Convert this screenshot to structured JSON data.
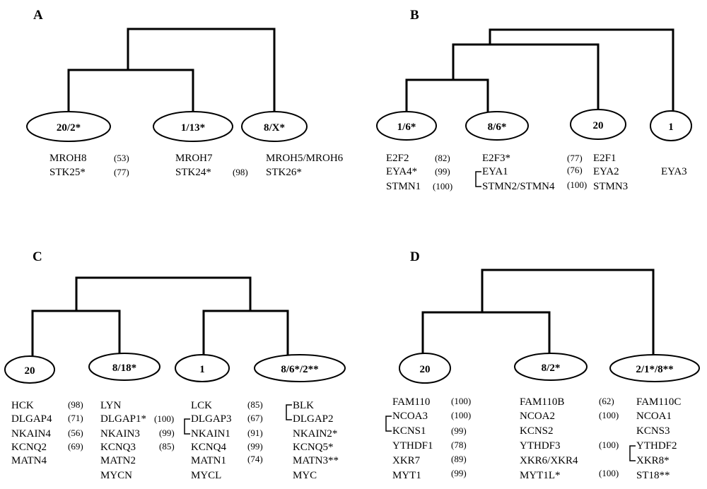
{
  "panels": [
    {
      "letter": "A",
      "chromosomes": [
        "20/2*",
        "1/13*",
        "8/X*"
      ],
      "genes": [
        {
          "text": "MROH8",
          "boot": "(53)"
        },
        {
          "text": "STK25*",
          "boot": "(77)"
        },
        {
          "text": "MROH7",
          "boot": ""
        },
        {
          "text": "STK24*",
          "boot": "(98)"
        },
        {
          "text": "MROH5/MROH6",
          "boot": ""
        },
        {
          "text": "STK26*",
          "boot": ""
        }
      ]
    },
    {
      "letter": "B",
      "chromosomes": [
        "1/6*",
        "8/6*",
        "20",
        "1"
      ],
      "genes": [
        {
          "text": "E2F2",
          "boot": "(82)"
        },
        {
          "text": "EYA4*",
          "boot": "(99)"
        },
        {
          "text": "STMN1",
          "boot": "(100)"
        },
        {
          "text": "E2F3*",
          "boot": "(77)"
        },
        {
          "text": "EYA1",
          "boot": "(76)"
        },
        {
          "text": "STMN2/STMN4",
          "boot": "(100)"
        },
        {
          "text": "E2F1",
          "boot": ""
        },
        {
          "text": "EYA2",
          "boot": ""
        },
        {
          "text": "STMN3",
          "boot": ""
        },
        {
          "text": "EYA3",
          "boot": ""
        }
      ]
    },
    {
      "letter": "C",
      "chromosomes": [
        "20",
        "8/18*",
        "1",
        "8/6*/2**"
      ],
      "genes": [
        {
          "text": "HCK",
          "boot": "(98)"
        },
        {
          "text": "DLGAP4",
          "boot": "(71)"
        },
        {
          "text": "NKAIN4",
          "boot": "(56)"
        },
        {
          "text": "KCNQ2",
          "boot": "(69)"
        },
        {
          "text": "MATN4",
          "boot": ""
        },
        {
          "text": "LYN",
          "boot": ""
        },
        {
          "text": "DLGAP1*",
          "boot": "(100)"
        },
        {
          "text": "NKAIN3",
          "boot": "(99)"
        },
        {
          "text": "KCNQ3",
          "boot": "(85)"
        },
        {
          "text": "MATN2",
          "boot": ""
        },
        {
          "text": "MYCN",
          "boot": ""
        },
        {
          "text": "LCK",
          "boot": "(85)"
        },
        {
          "text": "DLGAP3",
          "boot": "(67)"
        },
        {
          "text": "NKAIN1",
          "boot": "(91)"
        },
        {
          "text": "KCNQ4",
          "boot": "(99)"
        },
        {
          "text": "MATN1",
          "boot": "(74)"
        },
        {
          "text": "MYCL",
          "boot": ""
        },
        {
          "text": "BLK",
          "boot": ""
        },
        {
          "text": "DLGAP2",
          "boot": ""
        },
        {
          "text": "NKAIN2*",
          "boot": ""
        },
        {
          "text": "KCNQ5*",
          "boot": ""
        },
        {
          "text": "MATN3**",
          "boot": ""
        },
        {
          "text": "MYC",
          "boot": ""
        }
      ]
    },
    {
      "letter": "D",
      "chromosomes": [
        "20",
        "8/2*",
        "2/1*/8**"
      ],
      "genes": [
        {
          "text": "FAM110",
          "boot": "(100)"
        },
        {
          "text": "NCOA3",
          "boot": "(100)"
        },
        {
          "text": "KCNS1",
          "boot": "(99)"
        },
        {
          "text": "YTHDF1",
          "boot": "(78)"
        },
        {
          "text": "XKR7",
          "boot": "(89)"
        },
        {
          "text": "MYT1",
          "boot": "(99)"
        },
        {
          "text": "FAM110B",
          "boot": "(62)"
        },
        {
          "text": "NCOA2",
          "boot": "(100)"
        },
        {
          "text": "KCNS2",
          "boot": ""
        },
        {
          "text": "YTHDF3",
          "boot": "(100)"
        },
        {
          "text": "XKR6/XKR4",
          "boot": ""
        },
        {
          "text": "MYT1L*",
          "boot": "(100)"
        },
        {
          "text": "FAM110C",
          "boot": ""
        },
        {
          "text": "NCOA1",
          "boot": ""
        },
        {
          "text": "KCNS3",
          "boot": ""
        },
        {
          "text": "YTHDF2",
          "boot": ""
        },
        {
          "text": "XKR8*",
          "boot": ""
        },
        {
          "text": "ST18**",
          "boot": ""
        }
      ]
    }
  ]
}
